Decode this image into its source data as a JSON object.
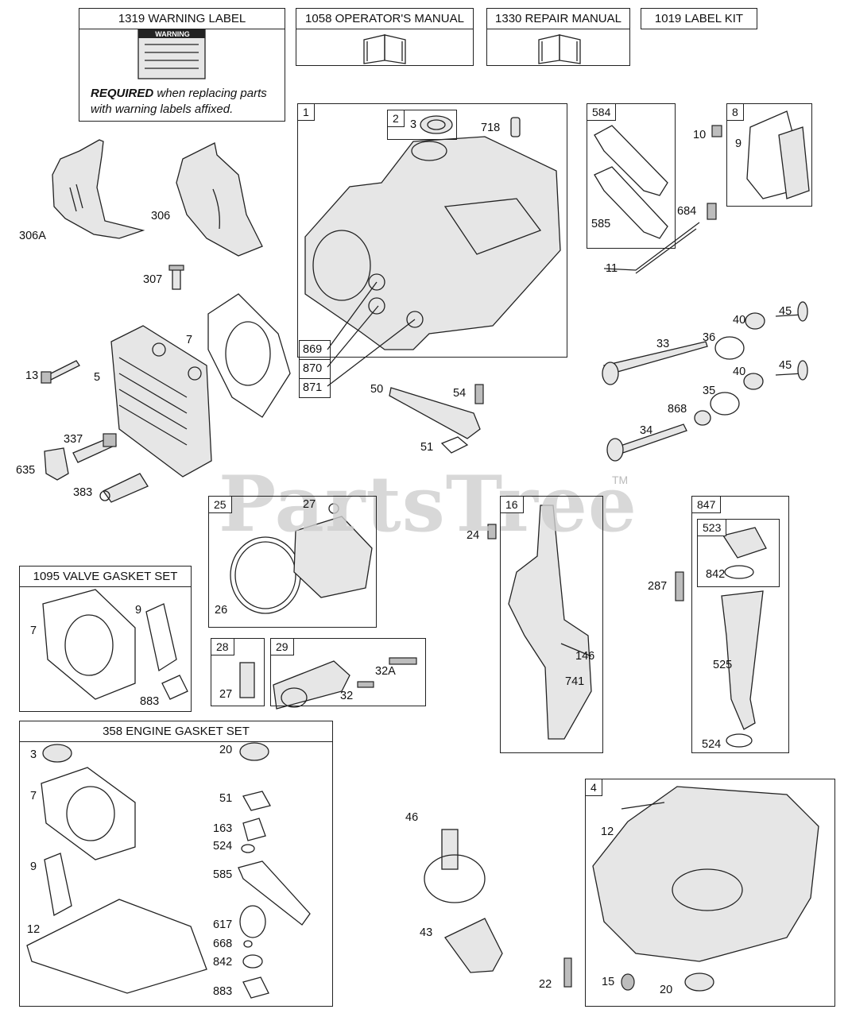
{
  "header_boxes": {
    "warning_label": "1319 WARNING LABEL",
    "warning_sticker": "WARNING",
    "required_bold": "REQUIRED",
    "required_line1": " when replacing parts",
    "required_line2": "with warning labels affixed.",
    "operators_manual": "1058 OPERATOR'S MANUAL",
    "repair_manual": "1330 REPAIR MANUAL",
    "label_kit": "1019 LABEL KIT"
  },
  "kits": {
    "valve_gasket_set": "1095 VALVE GASKET SET",
    "engine_gasket_set": "358 ENGINE GASKET SET"
  },
  "box_tags": {
    "cylinder": "1",
    "seal": "2",
    "gasket_set_584": "584",
    "cover_8": "8",
    "piston_25": "25",
    "pin_28": "28",
    "rod_29": "29",
    "crank_16": "16",
    "dipstick_847": "847",
    "cap_523": "523",
    "sump_4": "4"
  },
  "callouts": {
    "c869": "869",
    "c870": "870",
    "c871": "871"
  },
  "part_labels": {
    "l306A": "306A",
    "l306": "306",
    "l307": "307",
    "l7a": "7",
    "l13": "13",
    "l5": "5",
    "l337": "337",
    "l635": "635",
    "l383": "383",
    "l3a": "3",
    "l718": "718",
    "l10": "10",
    "l9a": "9",
    "l684": "684",
    "l585a": "585",
    "l11": "11",
    "l40a": "40",
    "l45a": "45",
    "l36": "36",
    "l33": "33",
    "l40b": "40",
    "l45b": "45",
    "l35": "35",
    "l868": "868",
    "l34": "34",
    "l50": "50",
    "l54": "54",
    "l51a": "51",
    "l27a": "27",
    "l26": "26",
    "l24": "24",
    "l146": "146",
    "l741": "741",
    "l287": "287",
    "l842a": "842",
    "l525": "525",
    "l524a": "524",
    "l7b": "7",
    "l9b": "9",
    "l883a": "883",
    "l27b": "27",
    "l32A": "32A",
    "l32": "32",
    "l3b": "3",
    "l7c": "7",
    "l9c": "9",
    "l12a": "12",
    "l20a": "20",
    "l51b": "51",
    "l163": "163",
    "l524b": "524",
    "l585b": "585",
    "l617": "617",
    "l668": "668",
    "l842b": "842",
    "l883b": "883",
    "l46": "46",
    "l43": "43",
    "l22": "22",
    "l12b": "12",
    "l15": "15",
    "l20b": "20"
  },
  "watermark": {
    "text": "PartsTree",
    "tm": "TM"
  }
}
